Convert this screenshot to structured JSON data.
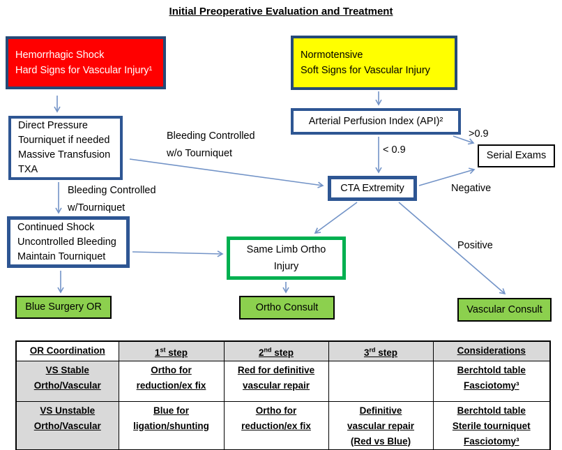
{
  "title": "Initial Preoperative Evaluation and Treatment",
  "colors": {
    "red_fill": "#FF0000",
    "yellow_fill": "#FFFF00",
    "green_fill": "#8CD04E",
    "green_border": "#00B050",
    "navy_border": "#254A78",
    "blue_border": "#2E5693",
    "arrow_blue": "#7293C7",
    "table_gray": "#D9D9D9"
  },
  "flow": {
    "nodes": {
      "hemorrhagic_shock": {
        "lines": [
          "Hemorrhagic Shock",
          "Hard Signs for Vascular Injury¹"
        ]
      },
      "normotensive": {
        "lines": [
          "Normotensive",
          "Soft Signs for Vascular Injury"
        ]
      },
      "direct_pressure": {
        "lines": [
          "Direct Pressure",
          "Tourniquet if needed",
          "Massive Transfusion",
          "TXA"
        ]
      },
      "api": {
        "label": "Arterial Perfusion Index (API)²"
      },
      "serial_exams": {
        "label": "Serial Exams"
      },
      "cta": {
        "label": "CTA Extremity"
      },
      "continued_shock": {
        "lines": [
          "Continued Shock",
          "Uncontrolled Bleeding",
          "Maintain Tourniquet"
        ]
      },
      "same_limb": {
        "lines": [
          "Same Limb Ortho",
          "Injury"
        ]
      },
      "blue_surgery_or": {
        "label": "Blue Surgery OR"
      },
      "ortho_consult": {
        "label": "Ortho Consult"
      },
      "vascular_consult": {
        "label": "Vascular Consult"
      }
    },
    "edge_labels": {
      "bleeding_wo": [
        "Bleeding Controlled",
        "w/o Tourniquet"
      ],
      "bleeding_w": [
        "Bleeding Controlled",
        "w/Tourniquet"
      ],
      "lt09": "< 0.9",
      "gt09": ">0.9",
      "negative": "Negative",
      "positive": "Positive"
    }
  },
  "table": {
    "headers": [
      {
        "text": "OR Coordination"
      },
      {
        "num": "1",
        "ord": "st",
        "rest": " step"
      },
      {
        "num": "2",
        "ord": "nd",
        "rest": " step"
      },
      {
        "num": "3",
        "ord": "rd",
        "rest": " step"
      },
      {
        "text": "Considerations"
      }
    ],
    "rows": [
      {
        "label": [
          "VS Stable",
          "Ortho/Vascular"
        ],
        "cells": [
          [
            "Ortho for",
            "reduction/ex fix"
          ],
          [
            "Red for definitive",
            "vascular repair"
          ],
          [],
          [
            "Berchtold table",
            "Fasciotomy³"
          ]
        ]
      },
      {
        "label": [
          "VS Unstable",
          "Ortho/Vascular"
        ],
        "cells": [
          [
            "Blue for",
            "ligation/shunting"
          ],
          [
            "Ortho for",
            "reduction/ex fix"
          ],
          [
            "Definitive",
            "vascular repair",
            "(Red vs Blue)"
          ],
          [
            "Berchtold table",
            "Sterile tourniquet",
            "Fasciotomy³"
          ]
        ]
      }
    ]
  }
}
